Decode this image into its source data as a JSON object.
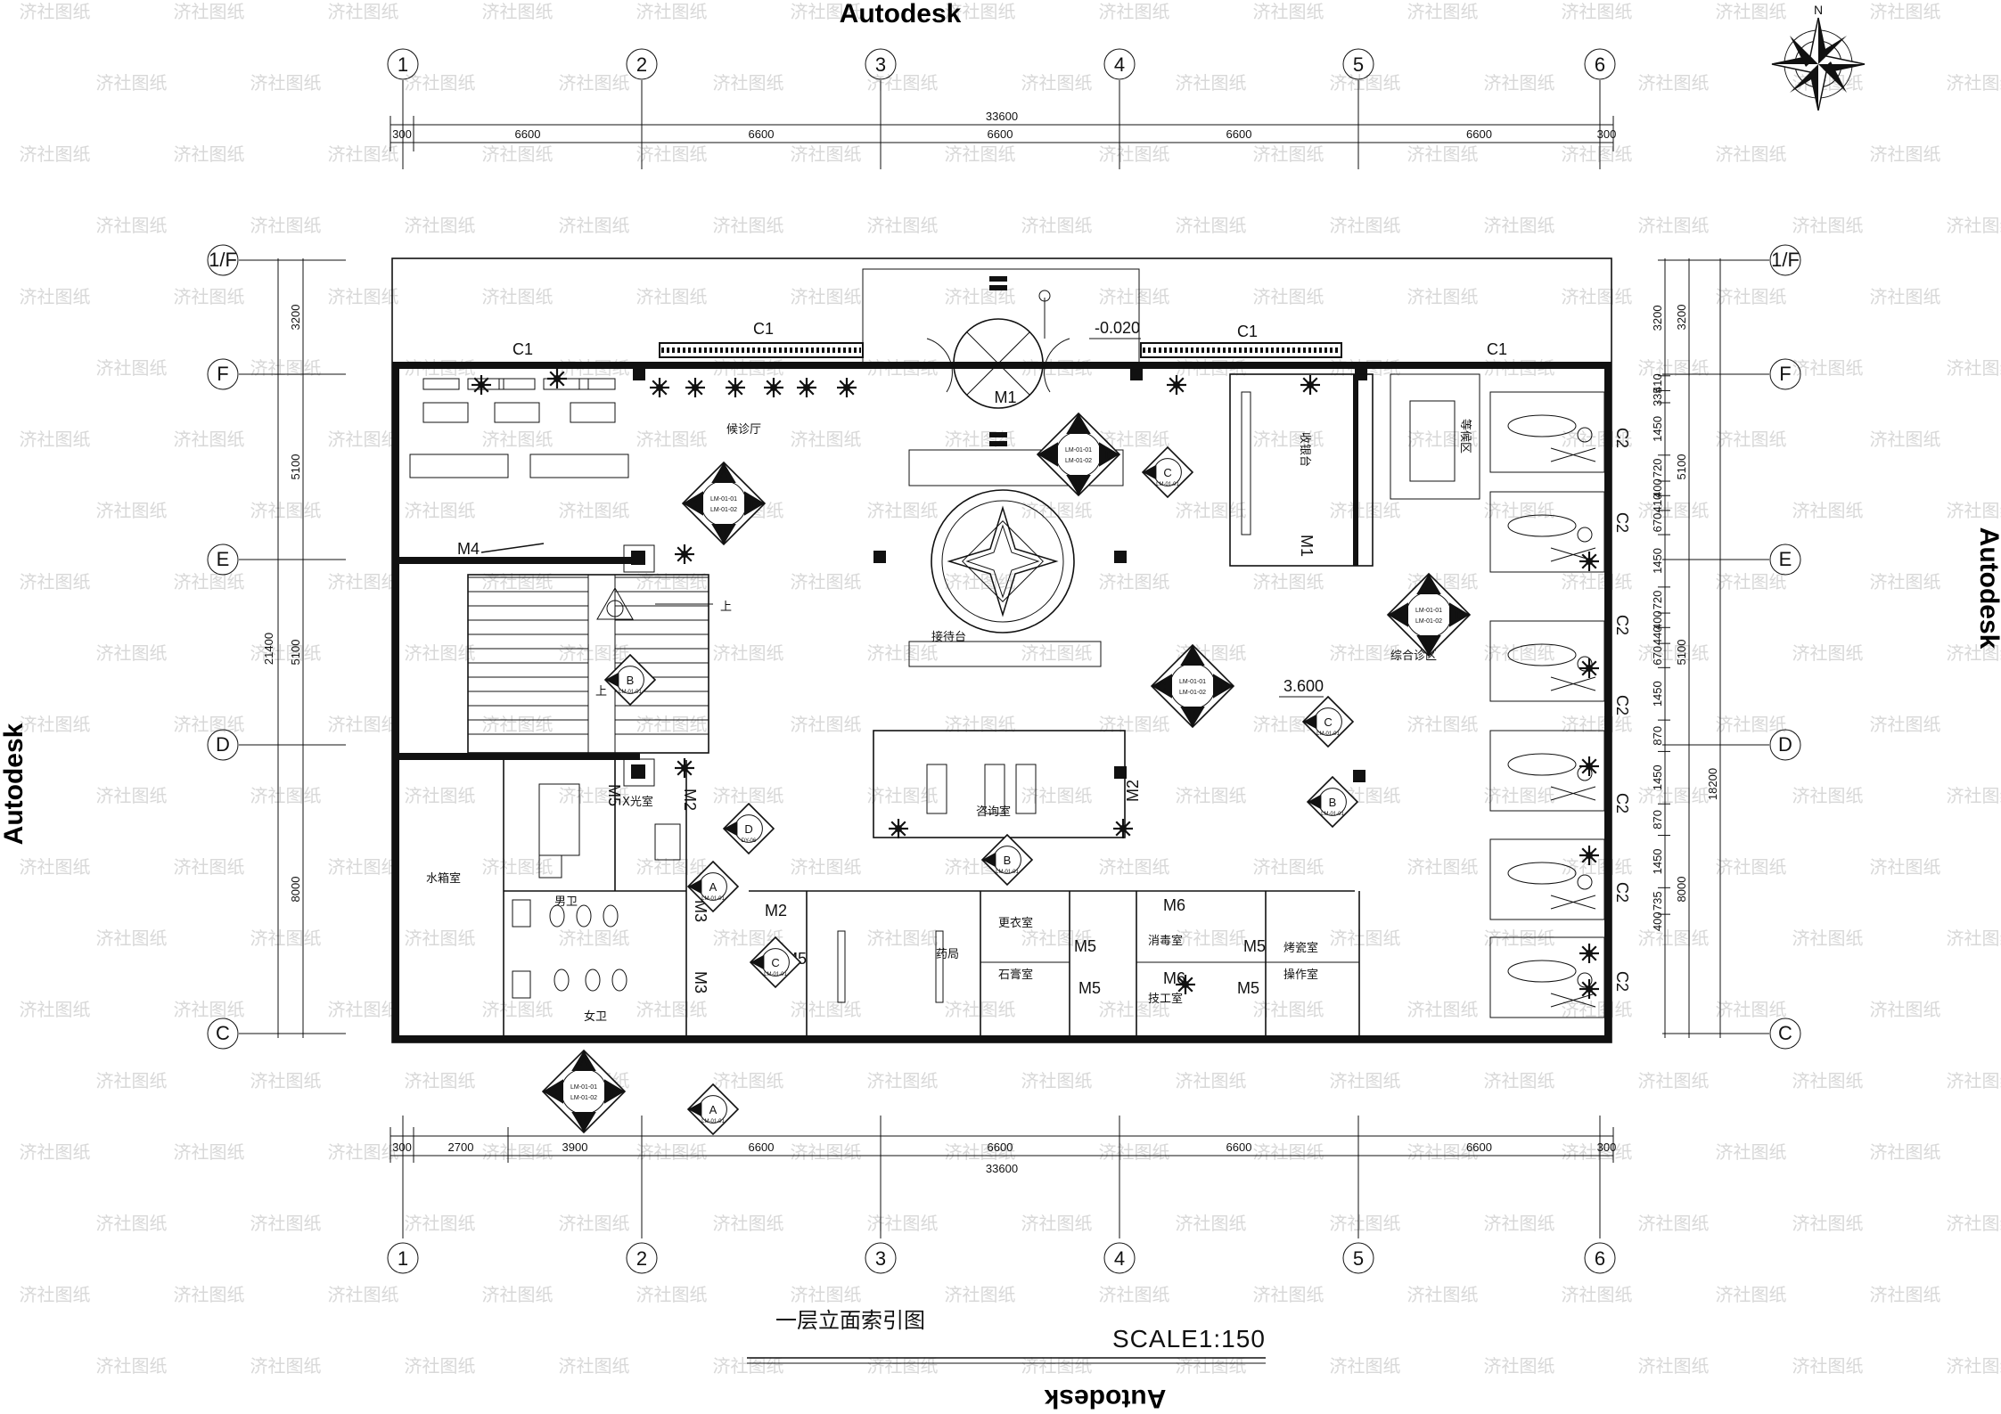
{
  "brand": {
    "top": "Autodesk",
    "bottom": "Autodesk",
    "left": "Autodesk",
    "right": "Autodesk"
  },
  "watermark": "济社图纸",
  "title": "一层立面索引图",
  "scale": "SCALE1:150",
  "grid_columns": [
    "1",
    "2",
    "3",
    "4",
    "5",
    "6"
  ],
  "grid_rows": [
    "F",
    "F",
    "E",
    "D",
    "C"
  ],
  "grid_row_top": "1/F",
  "top_dims": {
    "total": "33600",
    "segments": [
      "300",
      "6600",
      "6600",
      "6600",
      "6600",
      "6600",
      "300"
    ]
  },
  "bottom_dims": {
    "total": "33600",
    "segments": [
      "300",
      "2700",
      "3900",
      "6600",
      "6600",
      "6600",
      "6600",
      "300"
    ]
  },
  "left_dims": {
    "total": "21400",
    "segments": [
      "3200",
      "5100",
      "5100",
      "8000"
    ]
  },
  "right_dims": {
    "total": "18200",
    "outer": [
      "3200",
      "5100",
      "5100",
      "8000"
    ],
    "inner": [
      "3200",
      "410",
      "335",
      "1450",
      "720",
      "400",
      "410",
      "670",
      "1450",
      "720",
      "400",
      "440",
      "670",
      "1450",
      "870",
      "1450",
      "870",
      "1450",
      "735",
      "400"
    ]
  },
  "compass": "N",
  "level": {
    "neg": "-0.020",
    "pos": "3.600"
  },
  "windows": [
    "C1",
    "C1",
    "C1",
    "C1"
  ],
  "side_windows": [
    "C2",
    "C2",
    "C2",
    "C2",
    "C2",
    "C2",
    "C2"
  ],
  "doors": [
    "M1",
    "M1",
    "M2",
    "M2",
    "M2",
    "M3",
    "M3",
    "M4",
    "M5",
    "M5",
    "M5",
    "M5",
    "M5",
    "M5",
    "M6",
    "M6"
  ],
  "rooms": {
    "waiting": "候诊厅",
    "reception": "接待台",
    "consult": "咨询室",
    "pharmacy": "药局",
    "water": "水箱室",
    "xray": "X光室",
    "men": "男卫",
    "women": "女卫",
    "dressing": "更衣室",
    "plaster": "石膏室",
    "disinfect": "消毒室",
    "tech": "技工室",
    "bake": "烤瓷室",
    "ops": "操作室",
    "general": "综合诊区",
    "lounge": "等候区",
    "cashier": "收银台"
  },
  "index_symbols": {
    "letters": [
      "A",
      "B",
      "C",
      "D"
    ],
    "code1": "LM-01-01",
    "code2": "LM-01-02",
    "code3": "DY-06"
  },
  "stair_label": "上"
}
